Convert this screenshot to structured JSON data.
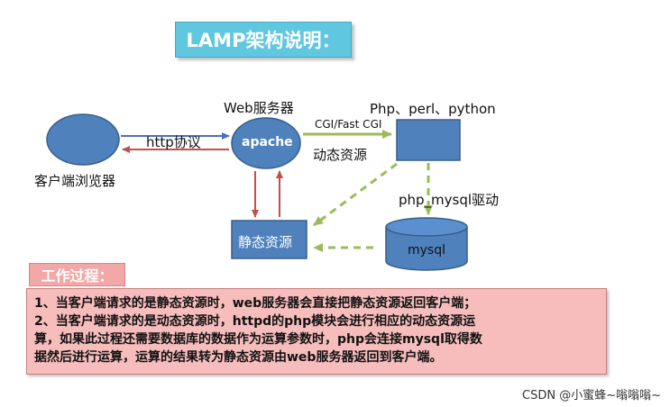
{
  "title": "LAMP架构说明：",
  "nodes": {
    "client_label": "客户端浏览器",
    "web_server_label": "Web服务器",
    "apache": "apache",
    "php_label": "Php、perl、python",
    "static_resource": "静态资源",
    "mysql": "mysql"
  },
  "edges": {
    "http": "http协议",
    "cgi": "CGI/Fast CGI",
    "dynamic": "动态资源",
    "php_mysql": "php_mysql驱动"
  },
  "work": {
    "heading": "工作过程：",
    "lines": [
      "1、当客户端请求的是静态资源时，web服务器会直接把静态资源返回客户端；",
      "2、当客户端请求的是动态资源时，httpd的php模块会进行相应的动态资源运",
      "算，如果此过程还需要数据库的数据作为运算参数时，php会连接mysql取得数",
      "据然后进行运算，运算的结果转为静态资源由web服务器返回到客户端。"
    ]
  },
  "watermark": "CSDN @小蜜蜂~嗡嗡嗡~",
  "colors": {
    "shape_fill": "#4f81bd",
    "shape_stroke": "#385d8a",
    "blue_arrow": "#4f6fb5",
    "red_arrow": "#c0504d",
    "green_arrow": "#9bbb59"
  }
}
